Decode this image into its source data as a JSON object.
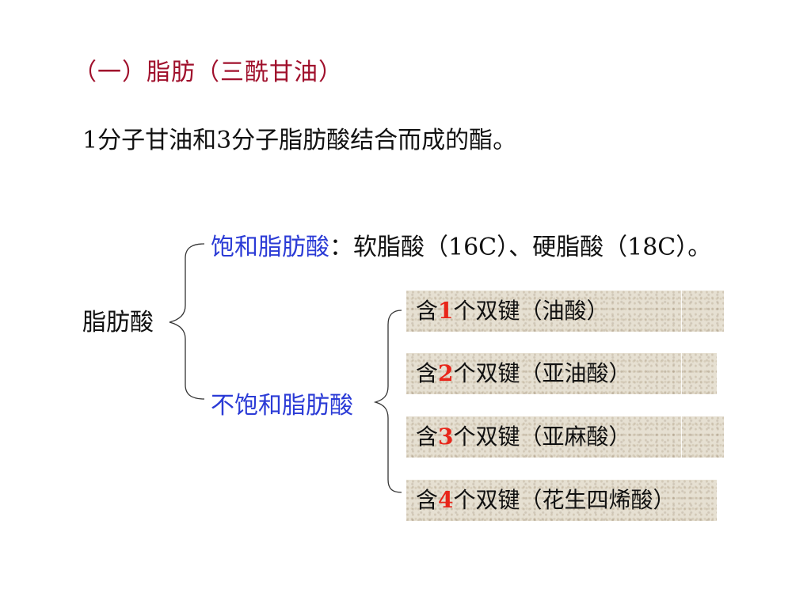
{
  "slide": {
    "heading": "（一）脂肪（三酰甘油）",
    "definition": "1分子甘油和3分子脂肪酸结合而成的酯。",
    "root_label": "脂肪酸",
    "saturated": {
      "label": "饱和脂肪酸",
      "colon": "：",
      "examples": "软脂酸（16C）、硬脂酸（18C）。"
    },
    "unsaturated": {
      "label": "不饱和脂肪酸",
      "items": [
        {
          "prefix": "含",
          "count": "1",
          "suffix": "个双键（油酸）"
        },
        {
          "prefix": "含",
          "count": "2",
          "suffix": "个双键（亚油酸）"
        },
        {
          "prefix": "含",
          "count": "3",
          "suffix": "个双键（亚麻酸）"
        },
        {
          "prefix": "含",
          "count": "4",
          "suffix": "个双键（花生四烯酸）"
        }
      ]
    }
  },
  "colors": {
    "heading": "#a0102c",
    "category_label": "#2b3bd6",
    "count_highlight": "#e8261a",
    "box_background": "#e6e0d2"
  }
}
